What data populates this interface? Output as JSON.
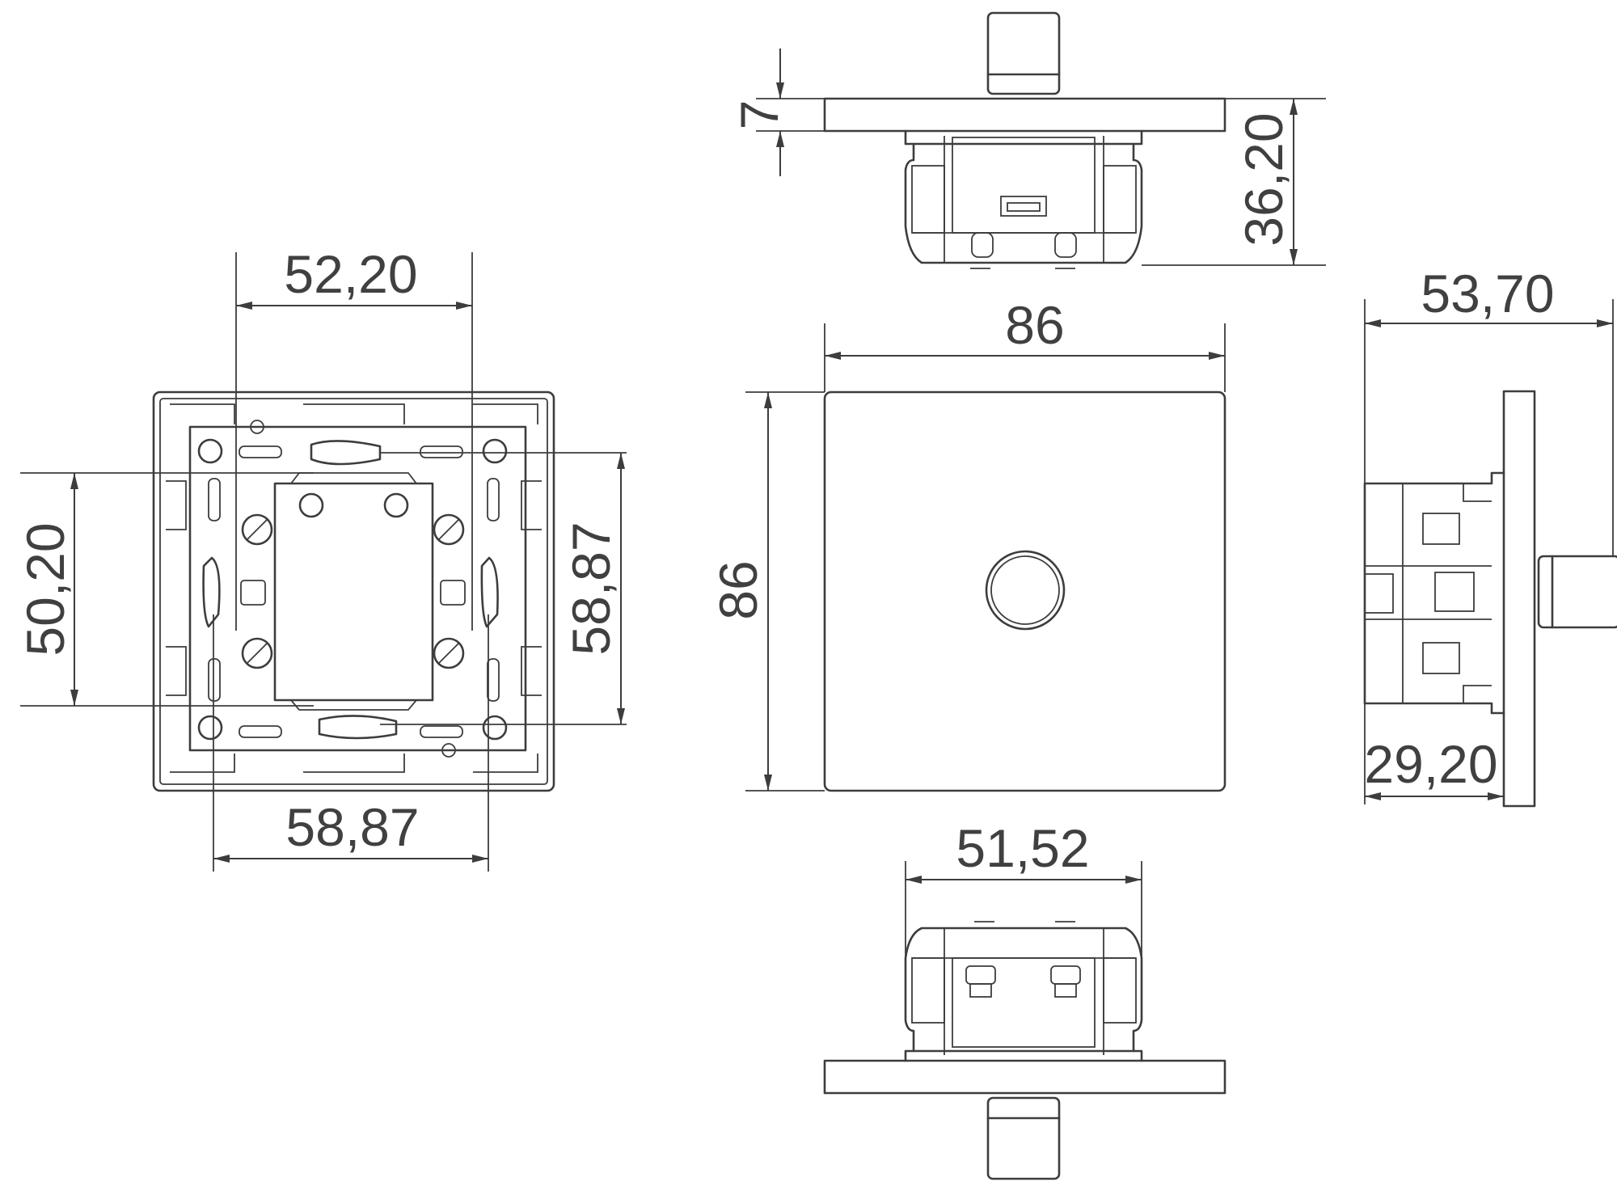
{
  "dimensions": {
    "top_thickness": "7",
    "top_depth": "36,20",
    "front_width": "86",
    "front_height": "86",
    "side_total_depth": "53,70",
    "side_body_depth": "29,20",
    "rear_fixing_width": "52,20",
    "rear_fixing_height": "50,20",
    "rear_mech_height": "58,87",
    "rear_mech_width": "58,87",
    "bottom_body_width": "51,52"
  },
  "colors": {
    "line": "#3d3d3d",
    "text": "#404040",
    "background": "#ffffff"
  }
}
